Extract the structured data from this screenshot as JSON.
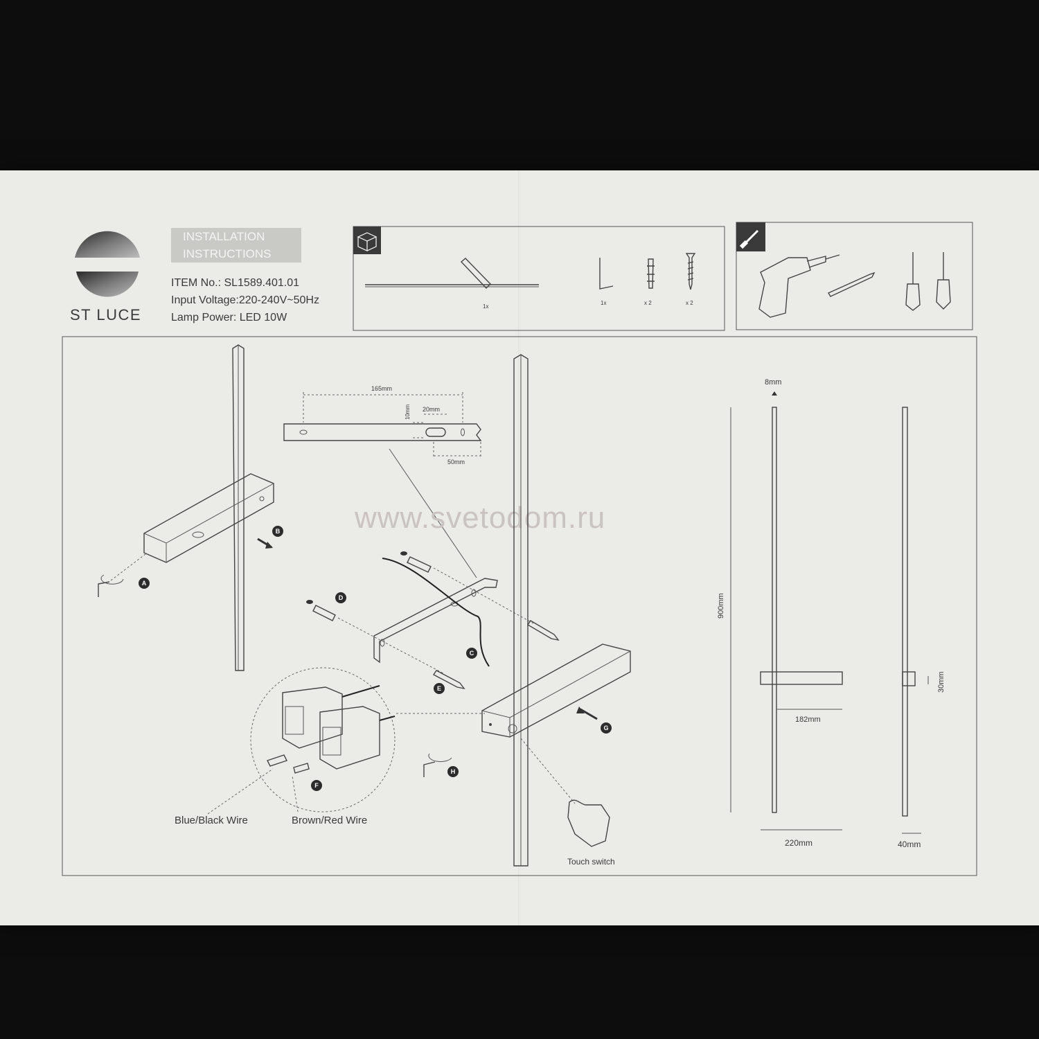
{
  "brand": {
    "name": "ST LUCE"
  },
  "header": {
    "title_line1": "INSTALLATION",
    "title_line2": "INSTRUCTIONS",
    "item_no": "ITEM No.: SL1589.401.01",
    "voltage": "Input Voltage:220-240V~50Hz",
    "power": "Lamp Power: LED 10W"
  },
  "parts_box": {
    "icon": "box-icon",
    "items": [
      {
        "icon": "lamp-bar-icon",
        "qty": "1x"
      },
      {
        "icon": "hex-key-icon",
        "qty": "1x"
      },
      {
        "icon": "wall-anchor-icon",
        "qty": "x 2"
      },
      {
        "icon": "screw-icon",
        "qty": "x 2"
      }
    ]
  },
  "tools_box": {
    "icon": "screwdriver-icon",
    "items": [
      "drill-icon",
      "pencil-icon",
      "flathead-screwdriver-icon",
      "phillips-screwdriver-icon"
    ]
  },
  "bracket_dims": {
    "width": "165mm",
    "slot_width": "20mm",
    "slot_height": "10mm",
    "offset": "50mm"
  },
  "step_badges": [
    "A",
    "B",
    "C",
    "D",
    "E",
    "F",
    "G",
    "H"
  ],
  "wires": {
    "neutral": "Blue/Black Wire",
    "live": "Brown/Red Wire"
  },
  "touch_switch": "Touch switch",
  "watermark": "www.svetodom.ru",
  "dimensions": {
    "bar_width": "8mm",
    "height": "900mm",
    "arm_length": "182mm",
    "arm_height": "30mm",
    "total_width": "220mm",
    "depth": "40mm"
  }
}
